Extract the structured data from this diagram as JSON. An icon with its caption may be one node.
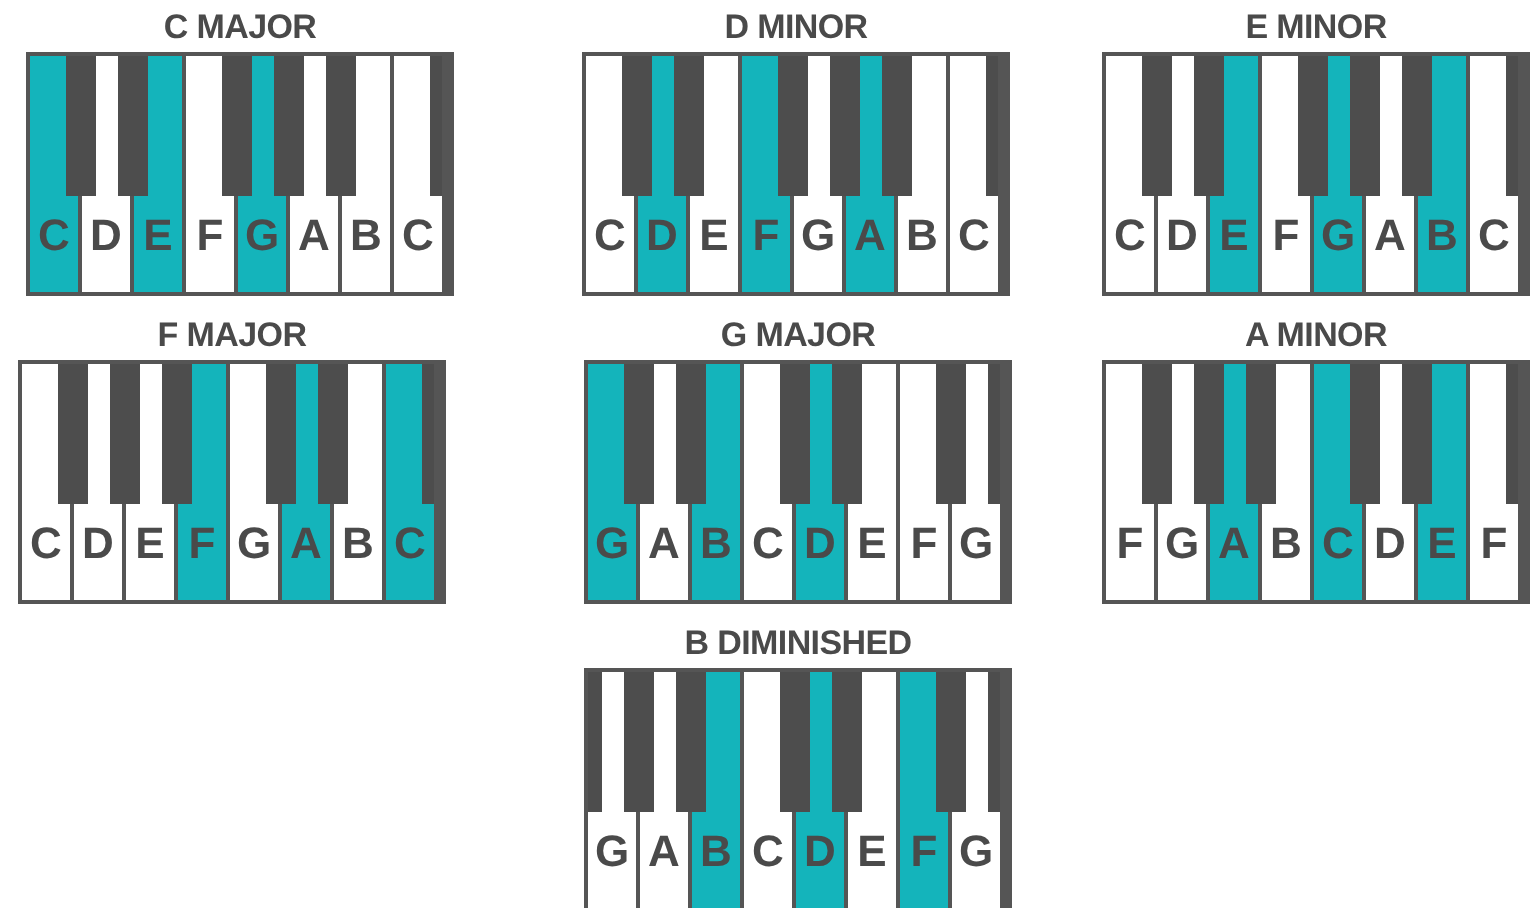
{
  "diagram": {
    "nodes": [
      {
        "text": [
          "C MAJOR"
        ]
      },
      {
        "text": [
          "C"
        ],
        "in": 0
      },
      {
        "text": [
          "D"
        ],
        "in": 0
      },
      {
        "text": [
          "E"
        ],
        "in": 0
      },
      {
        "text": [
          "F"
        ],
        "in": 0
      },
      {
        "text": [
          "G"
        ],
        "in": 0
      },
      {
        "text": [
          "A"
        ],
        "in": 0
      },
      {
        "text": [
          "B"
        ],
        "in": 0
      },
      {
        "text": [
          "C"
        ],
        "in": 0
      },
      {
        "text": [
          "D MINOR"
        ]
      },
      {
        "text": [
          "C"
        ],
        "in": 9
      },
      {
        "text": [
          "D"
        ],
        "in": 9
      },
      {
        "text": [
          "E"
        ],
        "in": 9
      },
      {
        "text": [
          "F"
        ],
        "in": 9
      },
      {
        "text": [
          "G"
        ],
        "in": 9
      },
      {
        "text": [
          "A"
        ],
        "in": 9
      },
      {
        "text": [
          "B"
        ],
        "in": 9
      },
      {
        "text": [
          "C"
        ],
        "in": 9
      },
      {
        "text": [
          "E MINOR"
        ]
      },
      {
        "text": [
          "C"
        ],
        "in": 18
      },
      {
        "text": [
          "D"
        ],
        "in": 18
      },
      {
        "text": [
          "E"
        ],
        "in": 18
      },
      {
        "text": [
          "F"
        ],
        "in": 18
      },
      {
        "text": [
          "G"
        ],
        "in": 18
      },
      {
        "text": [
          "A"
        ],
        "in": 18
      },
      {
        "text": [
          "B"
        ],
        "in": 18
      },
      {
        "text": [
          "C"
        ],
        "in": 18
      },
      {
        "text": [
          "F MAJOR"
        ]
      },
      {
        "text": [
          "C"
        ],
        "in": 27
      },
      {
        "text": [
          "D"
        ],
        "in": 27
      },
      {
        "text": [
          "E"
        ],
        "in": 27
      },
      {
        "text": [
          "F"
        ],
        "in": 27
      },
      {
        "text": [
          "G"
        ],
        "in": 27
      },
      {
        "text": [
          "A"
        ],
        "in": 27
      },
      {
        "text": [
          "B"
        ],
        "in": 27
      },
      {
        "text": [
          "C"
        ],
        "in": 27
      },
      {
        "text": [
          "G MAJOR"
        ]
      },
      {
        "text": [
          "G"
        ],
        "in": 36
      },
      {
        "text": [
          "A"
        ],
        "in": 36
      },
      {
        "text": [
          "B"
        ],
        "in": 36
      },
      {
        "text": [
          "C"
        ],
        "in": 36
      },
      {
        "text": [
          "D"
        ],
        "in": 36
      },
      {
        "text": [
          "E"
        ],
        "in": 36
      },
      {
        "text": [
          "F"
        ],
        "in": 36
      },
      {
        "text": [
          "G"
        ],
        "in": 36
      },
      {
        "text": [
          "A MINOR"
        ]
      },
      {
        "text": [
          "F"
        ],
        "in": 45
      },
      {
        "text": [
          "G"
        ],
        "in": 45
      },
      {
        "text": [
          "A"
        ],
        "in": 45
      },
      {
        "text": [
          "B"
        ],
        "in": 45
      },
      {
        "text": [
          "C"
        ],
        "in": 45
      },
      {
        "text": [
          "D"
        ],
        "in": 45
      },
      {
        "text": [
          "E"
        ],
        "in": 45
      },
      {
        "text": [
          "F"
        ],
        "in": 45
      },
      {
        "text": [
          "B DIMINISHED"
        ]
      },
      {
        "text": [
          "G"
        ],
        "in": 54
      },
      {
        "text": [
          "A"
        ],
        "in": 54
      },
      {
        "text": [
          "B"
        ],
        "in": 54
      },
      {
        "text": [
          "C"
        ],
        "in": 54
      },
      {
        "text": [
          "D"
        ],
        "in": 54
      },
      {
        "text": [
          "E"
        ],
        "in": 54
      },
      {
        "text": [
          "F"
        ],
        "in": 54
      },
      {
        "text": [
          "G"
        ],
        "in": 54
      }
    ]
  }
}
